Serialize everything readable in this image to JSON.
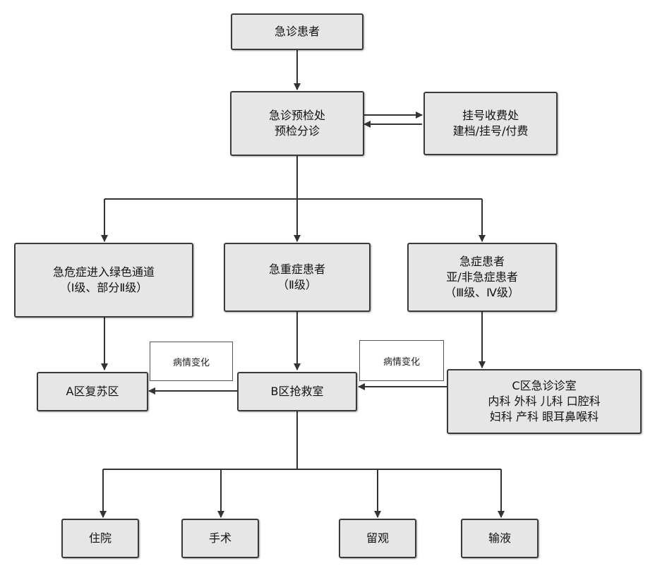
{
  "nodes": {
    "emergency_patient": {
      "label": "急诊患者"
    },
    "pre_triage": {
      "line1": "急诊预检处",
      "line2": "预检分诊"
    },
    "registration": {
      "line1": "挂号收费处",
      "line2": "建档/挂号/付费"
    },
    "green_channel": {
      "line1": "急危症进入绿色通道",
      "line2": "（Ⅰ级、部分Ⅱ级）"
    },
    "critical": {
      "line1": "急重症患者",
      "line2": "（Ⅱ级）"
    },
    "acute": {
      "line1": "急症患者",
      "line2": "亚/非急症患者",
      "line3": "（Ⅲ级、Ⅳ级）"
    },
    "zone_a": {
      "label": "A区复苏区"
    },
    "zone_b": {
      "label": "B区抢救室"
    },
    "zone_c": {
      "line1": "C区急诊诊室",
      "line2": "内科  外科  儿科  口腔科",
      "line3": "妇科  产科  眼耳鼻喉科"
    },
    "hospitalization": {
      "label": "住院"
    },
    "surgery": {
      "label": "手术"
    },
    "observation": {
      "label": "留观"
    },
    "infusion": {
      "label": "输液"
    }
  },
  "notes": {
    "condition_change_1": "病情变化",
    "condition_change_2": "病情变化"
  }
}
